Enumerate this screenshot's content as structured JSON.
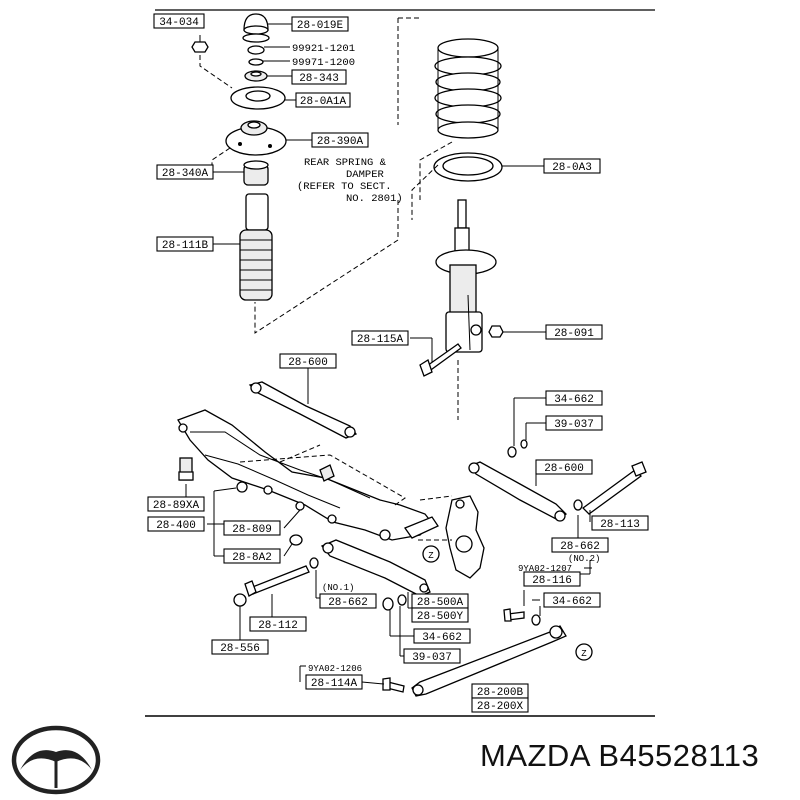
{
  "labels": {
    "l_34034": "34-034",
    "l_28019e": "28-019E",
    "l_99921": "99921-1201",
    "l_99971": "99971-1200",
    "l_28343": "28-343",
    "l_280a1a": "28-0A1A",
    "l_28390a": "28-390A",
    "l_28340a": "28-340A",
    "l_28111b": "28-111B",
    "l_280a3": "28-0A3",
    "l_28091": "28-091",
    "l_28115a": "28-115A",
    "l_28600_top": "28-600",
    "l_34662_a": "34-662",
    "l_39037_a": "39-037",
    "l_28600_right": "28-600",
    "l_2889xa": "28-89XA",
    "l_28400": "28-400",
    "l_28809": "28-809",
    "l_288a2": "28-8A2",
    "l_28113": "28-113",
    "l_28662_a": "28-662",
    "l_28116": "28-116",
    "l_28662_b": "28-662",
    "l_28500a": "28-500A",
    "l_28500y": "28-500Y",
    "l_34662_b": "34-662",
    "l_34662_c": "34-662",
    "l_28112": "28-112",
    "l_39037_b": "39-037",
    "l_28556": "28-556",
    "l_28114a": "28-114A",
    "l_28200b": "28-200B",
    "l_28200x": "28-200X"
  },
  "notes": {
    "rear_spring_1": "REAR SPRING &",
    "rear_spring_2": "DAMPER",
    "rear_spring_3": "(REFER TO SECT.",
    "rear_spring_4": "NO. 2801)",
    "no2": "(NO.2)",
    "no1": "(NO.1)",
    "bolt_1207": "9YA02-1207",
    "bolt_1206": "9YA02-1206",
    "z_mark": "Z"
  },
  "brand": {
    "logo_icon": "mazda-logo-icon",
    "caption": "MAZDA B45528113"
  }
}
